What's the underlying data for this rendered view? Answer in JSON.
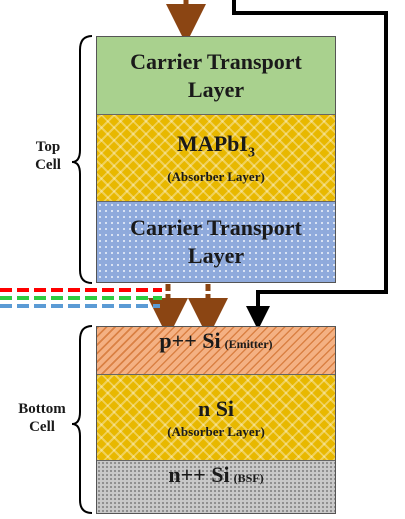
{
  "top_cell": {
    "label_line1": "Top",
    "label_line2": "Cell",
    "layers": [
      {
        "line1": "Carrier Transport",
        "line2": "Layer"
      },
      {
        "name": "MAPbI",
        "subscript": "3",
        "note": "(Absorber Layer)"
      },
      {
        "line1": "Carrier Transport",
        "line2": "Layer"
      }
    ]
  },
  "bottom_cell": {
    "label_line1": "Bottom",
    "label_line2": "Cell",
    "layers": [
      {
        "name": "p++ Si",
        "note": "(Emitter)"
      },
      {
        "name": "n Si",
        "note": "(Absorber Layer)"
      },
      {
        "name": "n++ Si",
        "note": "(BSF)"
      }
    ]
  },
  "colors": {
    "carrier_transport_top": "#a9d18e",
    "absorber": "#e8b800",
    "carrier_transport_bottom": "#8faadc",
    "emitter": "#f4b183",
    "bsf": "#c9c9c9",
    "arrow": "#8b4513",
    "wire": "#000000",
    "dash_red": "#ff0000",
    "dash_green": "#2ecc40",
    "dash_blue": "#5b9bd5"
  }
}
